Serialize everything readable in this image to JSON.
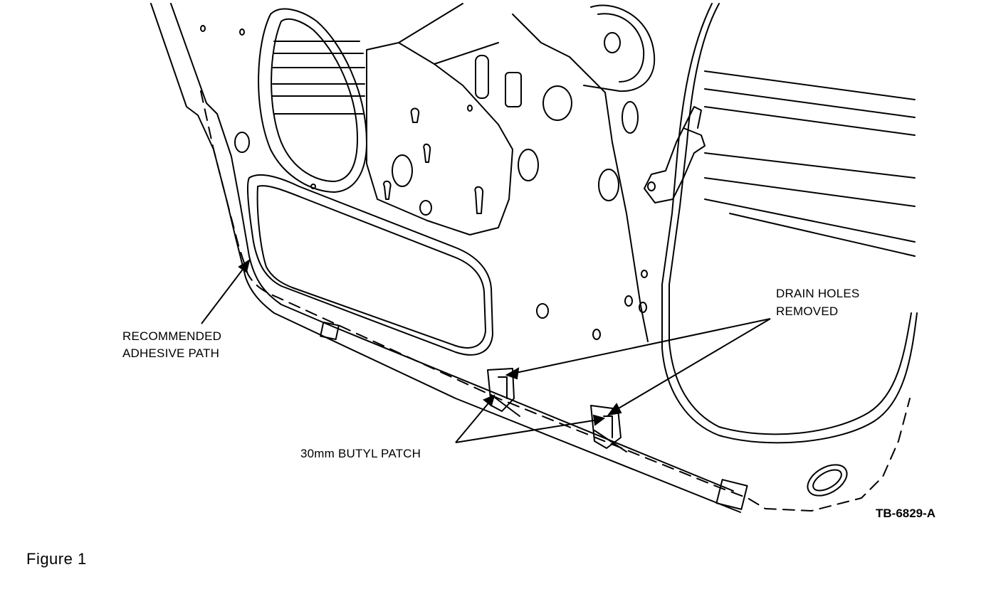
{
  "figure": {
    "caption": "Figure 1",
    "drawing_id": "TB-6829-A",
    "callouts": {
      "adhesive_path_line1": "RECOMMENDED",
      "adhesive_path_line2": "ADHESIVE PATH",
      "drain_holes_line1": "DRAIN HOLES",
      "drain_holes_line2": "REMOVED",
      "butyl_patch": "30mm BUTYL PATCH"
    }
  },
  "colors": {
    "ink": "#000000",
    "paper": "#ffffff"
  }
}
